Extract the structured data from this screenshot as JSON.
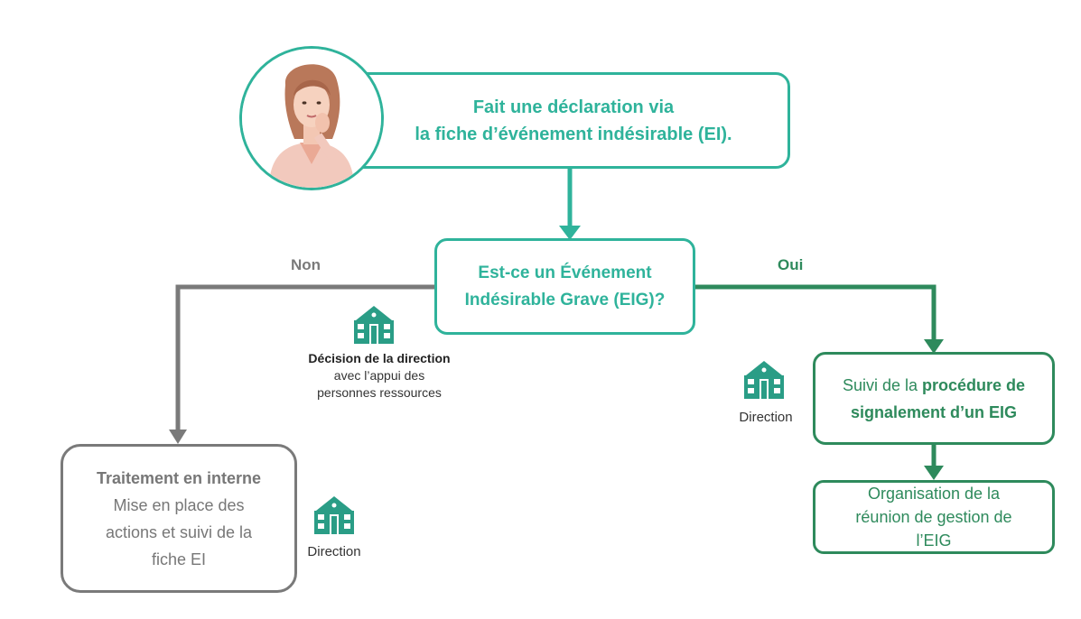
{
  "colors": {
    "teal": "#2fb39b",
    "green": "#2e8a5c",
    "grey": "#7a7a7a",
    "building": "#2a9d86"
  },
  "start_box": {
    "line1": "Fait une déclaration via",
    "line2": "la fiche d’événement indésirable (EI)."
  },
  "decision_box": {
    "line1": "Est-ce un Événement",
    "line2": "Indésirable Grave (EIG)?"
  },
  "branch_no": {
    "label": "Non"
  },
  "branch_yes": {
    "label": "Oui"
  },
  "direction_note": {
    "bold": "Décision de la direction",
    "line2": "avec l’appui des",
    "line3": "personnes ressources"
  },
  "internal_box": {
    "title": "Traitement en interne",
    "line2": "Mise en place des",
    "line3": "actions et suivi de la",
    "line4": "fiche EI"
  },
  "internal_actor": {
    "label": "Direction"
  },
  "procedure_box": {
    "prefix": "Suivi de la ",
    "bold1": "procédure de",
    "bold2": "signalement d’un EIG"
  },
  "procedure_actor": {
    "label": "Direction"
  },
  "meeting_box": {
    "line1": "Organisation de la",
    "line2": "réunion de gestion de",
    "line3": "l’EIG"
  },
  "icons": [
    "person-photo",
    "building-icon"
  ]
}
